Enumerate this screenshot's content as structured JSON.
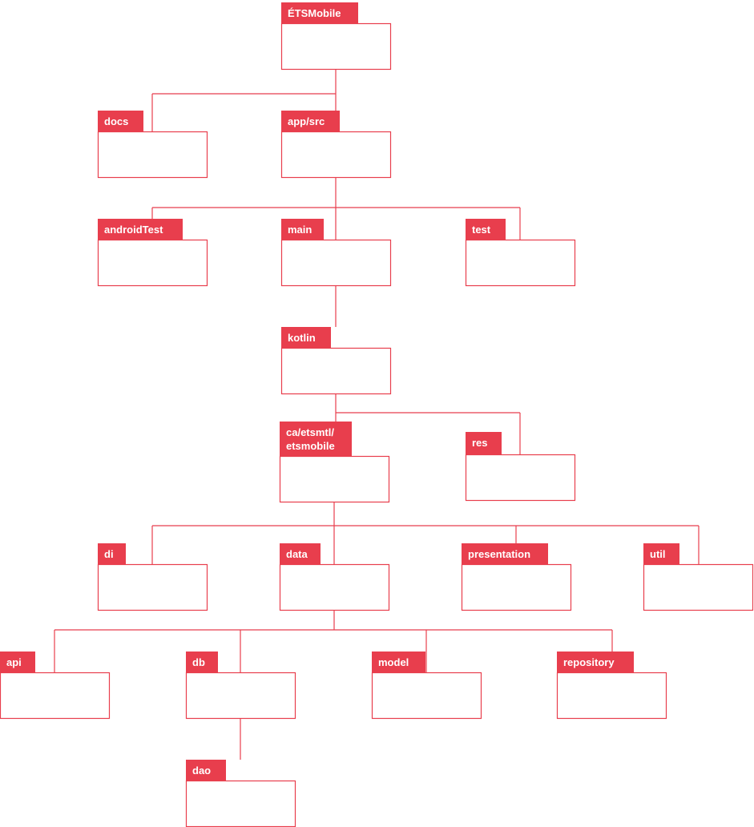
{
  "diagram": {
    "type": "folder-tree",
    "accent_color": "#e83e4d",
    "nodes": [
      {
        "id": "etsmobile",
        "lines": [
          "ÉTSMobile"
        ]
      },
      {
        "id": "docs",
        "lines": [
          "docs"
        ]
      },
      {
        "id": "appsrc",
        "lines": [
          "app/src"
        ]
      },
      {
        "id": "androidtest",
        "lines": [
          "androidTest"
        ]
      },
      {
        "id": "main",
        "lines": [
          "main"
        ]
      },
      {
        "id": "test",
        "lines": [
          "test"
        ]
      },
      {
        "id": "kotlin",
        "lines": [
          "kotlin"
        ]
      },
      {
        "id": "ca",
        "lines": [
          "ca/etsmtl/",
          "etsmobile"
        ]
      },
      {
        "id": "res",
        "lines": [
          "res"
        ]
      },
      {
        "id": "di",
        "lines": [
          "di"
        ]
      },
      {
        "id": "data",
        "lines": [
          "data"
        ]
      },
      {
        "id": "presentation",
        "lines": [
          "presentation"
        ]
      },
      {
        "id": "util",
        "lines": [
          "util"
        ]
      },
      {
        "id": "api",
        "lines": [
          "api"
        ]
      },
      {
        "id": "db",
        "lines": [
          "db"
        ]
      },
      {
        "id": "model",
        "lines": [
          "model"
        ]
      },
      {
        "id": "repository",
        "lines": [
          "repository"
        ]
      },
      {
        "id": "dao",
        "lines": [
          "dao"
        ]
      }
    ],
    "edges": [
      [
        "etsmobile",
        "docs"
      ],
      [
        "etsmobile",
        "appsrc"
      ],
      [
        "appsrc",
        "androidtest"
      ],
      [
        "appsrc",
        "main"
      ],
      [
        "appsrc",
        "test"
      ],
      [
        "main",
        "kotlin"
      ],
      [
        "kotlin",
        "ca"
      ],
      [
        "kotlin",
        "res"
      ],
      [
        "ca",
        "di"
      ],
      [
        "ca",
        "data"
      ],
      [
        "ca",
        "presentation"
      ],
      [
        "ca",
        "util"
      ],
      [
        "data",
        "api"
      ],
      [
        "data",
        "db"
      ],
      [
        "data",
        "model"
      ],
      [
        "data",
        "repository"
      ],
      [
        "db",
        "dao"
      ]
    ]
  }
}
